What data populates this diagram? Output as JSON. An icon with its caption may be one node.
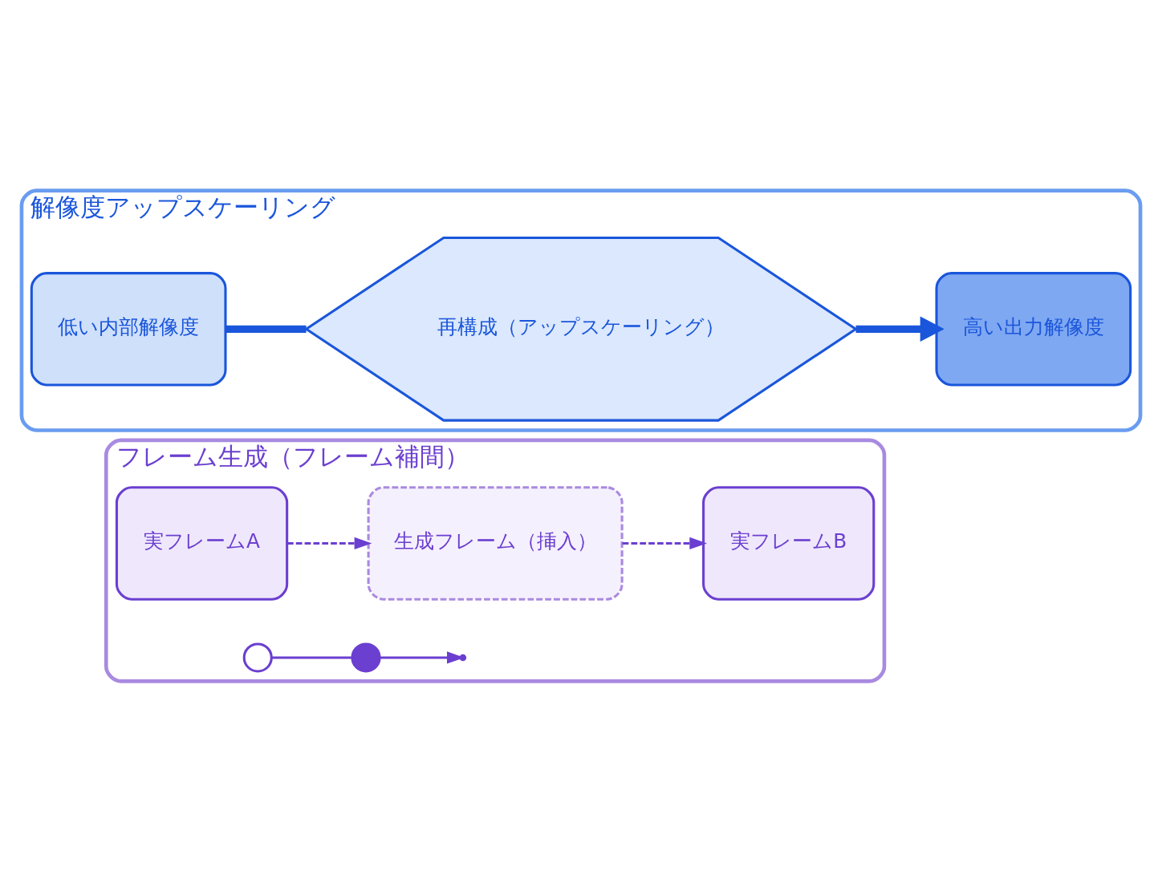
{
  "diagram": {
    "nodes": [
      {
        "text": [
          "解像度アップスケーリング"
        ]
      },
      {
        "text": [
          "低い内部解像度"
        ],
        "in": 0
      },
      {
        "text": [
          "再構成（アップスケーリング）"
        ],
        "in": 0
      },
      {
        "text": [
          "高い出力解像度"
        ],
        "in": 0
      },
      {
        "text": [
          "フレーム生成（フレーム補間）"
        ]
      },
      {
        "text": [
          "実フレームA"
        ],
        "in": 4
      },
      {
        "text": [
          "生成フレーム（挿入）"
        ],
        "in": 4
      },
      {
        "text": [
          "実フレームB"
        ],
        "in": 4
      },
      {
        "text": [],
        "shape": "circle",
        "in": 4
      },
      {
        "text": [],
        "shape": "circle",
        "in": 4
      }
    ],
    "edges": [
      {
        "from": 1,
        "to": 2,
        "arrow": "none",
        "style": "thick"
      },
      {
        "from": 2,
        "to": 3,
        "arrow": "to",
        "style": "thick"
      },
      {
        "from": 5,
        "to": 6,
        "arrow": "to",
        "style": "dashed"
      },
      {
        "from": 6,
        "to": 7,
        "arrow": "to",
        "style": "dashed"
      },
      {
        "from": 8,
        "to": 9,
        "arrow": "none"
      },
      {
        "from": 9,
        "to": null,
        "arrow": "to"
      }
    ]
  }
}
